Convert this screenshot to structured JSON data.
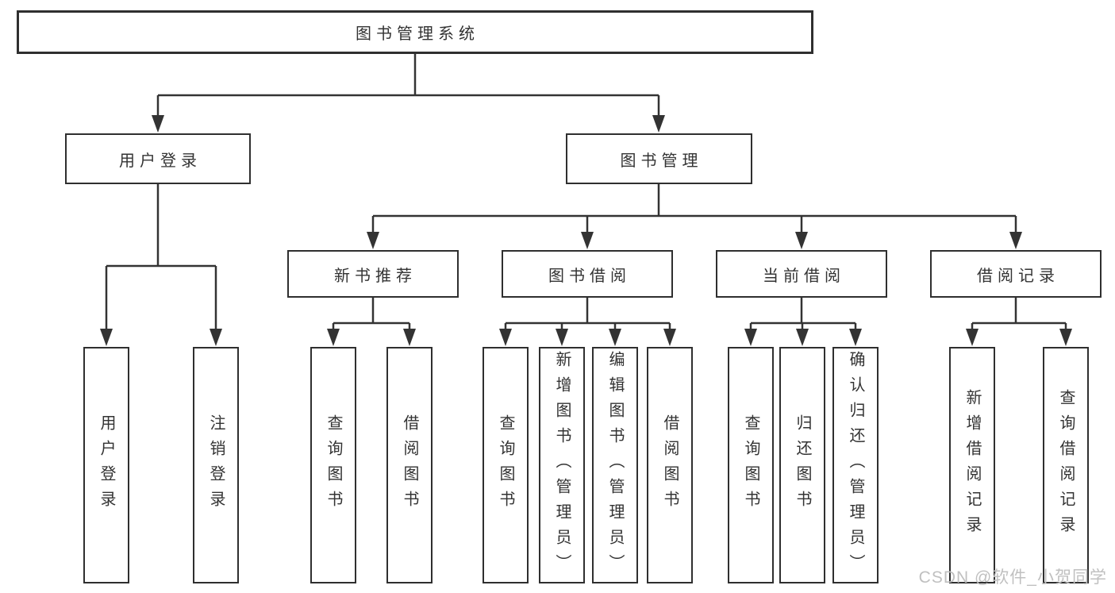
{
  "diagram": {
    "root": "图书管理系统",
    "branches": {
      "user_login": {
        "label": "用户登录",
        "children": [
          "用户登录",
          "注销登录"
        ]
      },
      "book_management": {
        "label": "图书管理",
        "sections": {
          "new_book_recommend": {
            "label": "新书推荐",
            "children": [
              "查询图书",
              "借阅图书"
            ]
          },
          "book_borrowing": {
            "label": "图书借阅",
            "children": [
              "查询图书",
              "新增图书（管理员）",
              "编辑图书（管理员）",
              "借阅图书"
            ]
          },
          "current_borrowing": {
            "label": "当前借阅",
            "children": [
              "查询图书",
              "归还图书",
              "确认归还（管理员）"
            ]
          },
          "borrowing_records": {
            "label": "借阅记录",
            "children": [
              "新增借阅记录",
              "查询借阅记录"
            ]
          }
        }
      }
    }
  },
  "watermark": "CSDN @软件_小贺同学",
  "colors": {
    "line": "#333333",
    "border": "#2f2f2f",
    "text": "#333333",
    "watermark": "#c0c0c0",
    "background": "#ffffff"
  }
}
